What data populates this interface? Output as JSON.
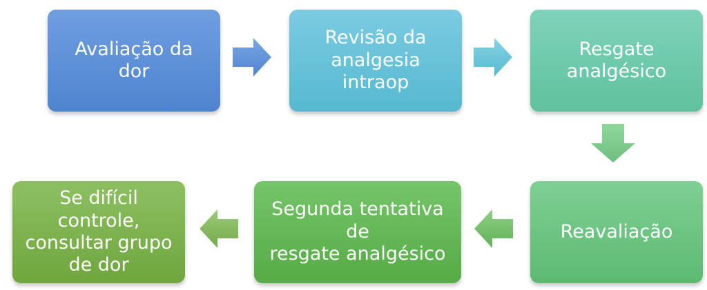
{
  "diagram": {
    "steps": [
      {
        "label": "Avaliação da dor",
        "color": "#5b8fd8"
      },
      {
        "label": "Revisão da\nanalgesia intraop",
        "color": "#66c0d8"
      },
      {
        "label": "Resgate\nanalgésico",
        "color": "#6fcaad"
      },
      {
        "label": "Reavaliação",
        "color": "#6dc482"
      },
      {
        "label": "Segunda tentativa de\nresgate analgésico",
        "color": "#65b757"
      },
      {
        "label": "Se difícil controle,\nconsultar grupo\nde dor",
        "color": "#7fb24f"
      }
    ],
    "arrows": [
      {
        "direction": "right",
        "color": "#6592d8"
      },
      {
        "direction": "right",
        "color": "#6dc5d7"
      },
      {
        "direction": "down",
        "color": "#82c88a"
      },
      {
        "direction": "left",
        "color": "#7fc673"
      },
      {
        "direction": "left",
        "color": "#8ebc67"
      }
    ]
  }
}
